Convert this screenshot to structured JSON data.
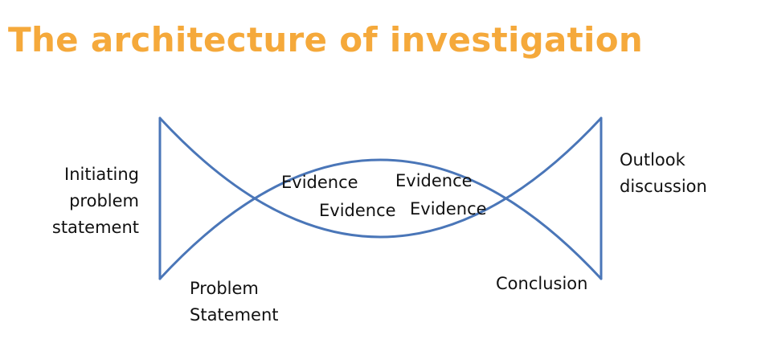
{
  "title": "The architecture of investigation",
  "colors": {
    "title": "#F5A93B",
    "stroke": "#4A76B8",
    "text": "#111111"
  },
  "labels": {
    "initiating": [
      "Initiating",
      "problem",
      "statement"
    ],
    "problem_statement": [
      "Problem",
      "Statement"
    ],
    "outlook": [
      "Outlook",
      "discussion"
    ],
    "conclusion": "Conclusion",
    "evidence": [
      "Evidence",
      "Evidence",
      "Evidence",
      "Evidence"
    ]
  }
}
